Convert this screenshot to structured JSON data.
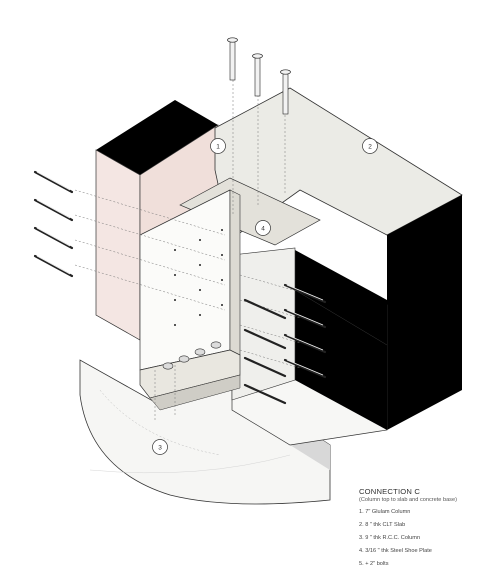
{
  "callouts": [
    "1",
    "2",
    "3",
    "4"
  ],
  "legend": {
    "title": "CONNECTION C",
    "subtitle": "(Column top to slab and concrete base)",
    "items": [
      "1. 7\" Glulam Column",
      "2. 8 \" thk CLT Slab",
      "3. 9 \" thk R.C.C. Column",
      "4. 3/16 \" thk Steel Shoe Plate",
      "5. + 2\" bolts"
    ]
  },
  "colors": {
    "black_face": "#000000",
    "slab_top": "#ebebe6",
    "glulam_pink": "#f3e3e0",
    "concrete": "#f4f4f2",
    "steel_plate": "#eceae3",
    "line": "#333333"
  }
}
